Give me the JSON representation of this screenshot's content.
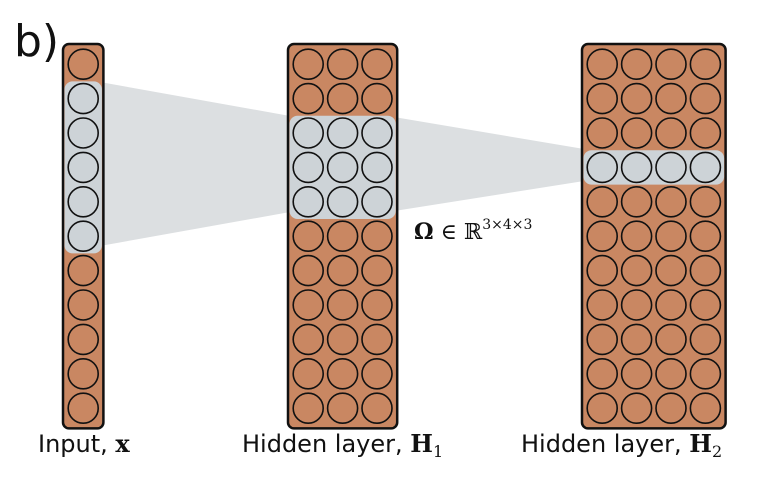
{
  "panel_label": "b)",
  "colors": {
    "unit_fill": "#c98762",
    "active_unit_fill": "#cdd3d7",
    "cone_fill": "#dcdfe1",
    "outline": "#111111"
  },
  "omega": {
    "symbol": "Ω",
    "relation": "∈",
    "space": "ℝ",
    "dims": "3×4×3"
  },
  "layers": [
    {
      "id": "input",
      "caption_text": "Input, ",
      "caption_var": "x",
      "caption_sub": "",
      "rows": 11,
      "cols": 1,
      "active_rows": [
        1,
        2,
        3,
        4,
        5
      ]
    },
    {
      "id": "h1",
      "caption_text": "Hidden layer, ",
      "caption_var": "H",
      "caption_sub": "1",
      "rows": 11,
      "cols": 3,
      "active_rows": [
        2,
        3,
        4
      ]
    },
    {
      "id": "h2",
      "caption_text": "Hidden layer, ",
      "caption_var": "H",
      "caption_sub": "2",
      "rows": 11,
      "cols": 4,
      "active_rows": [
        3
      ]
    }
  ]
}
